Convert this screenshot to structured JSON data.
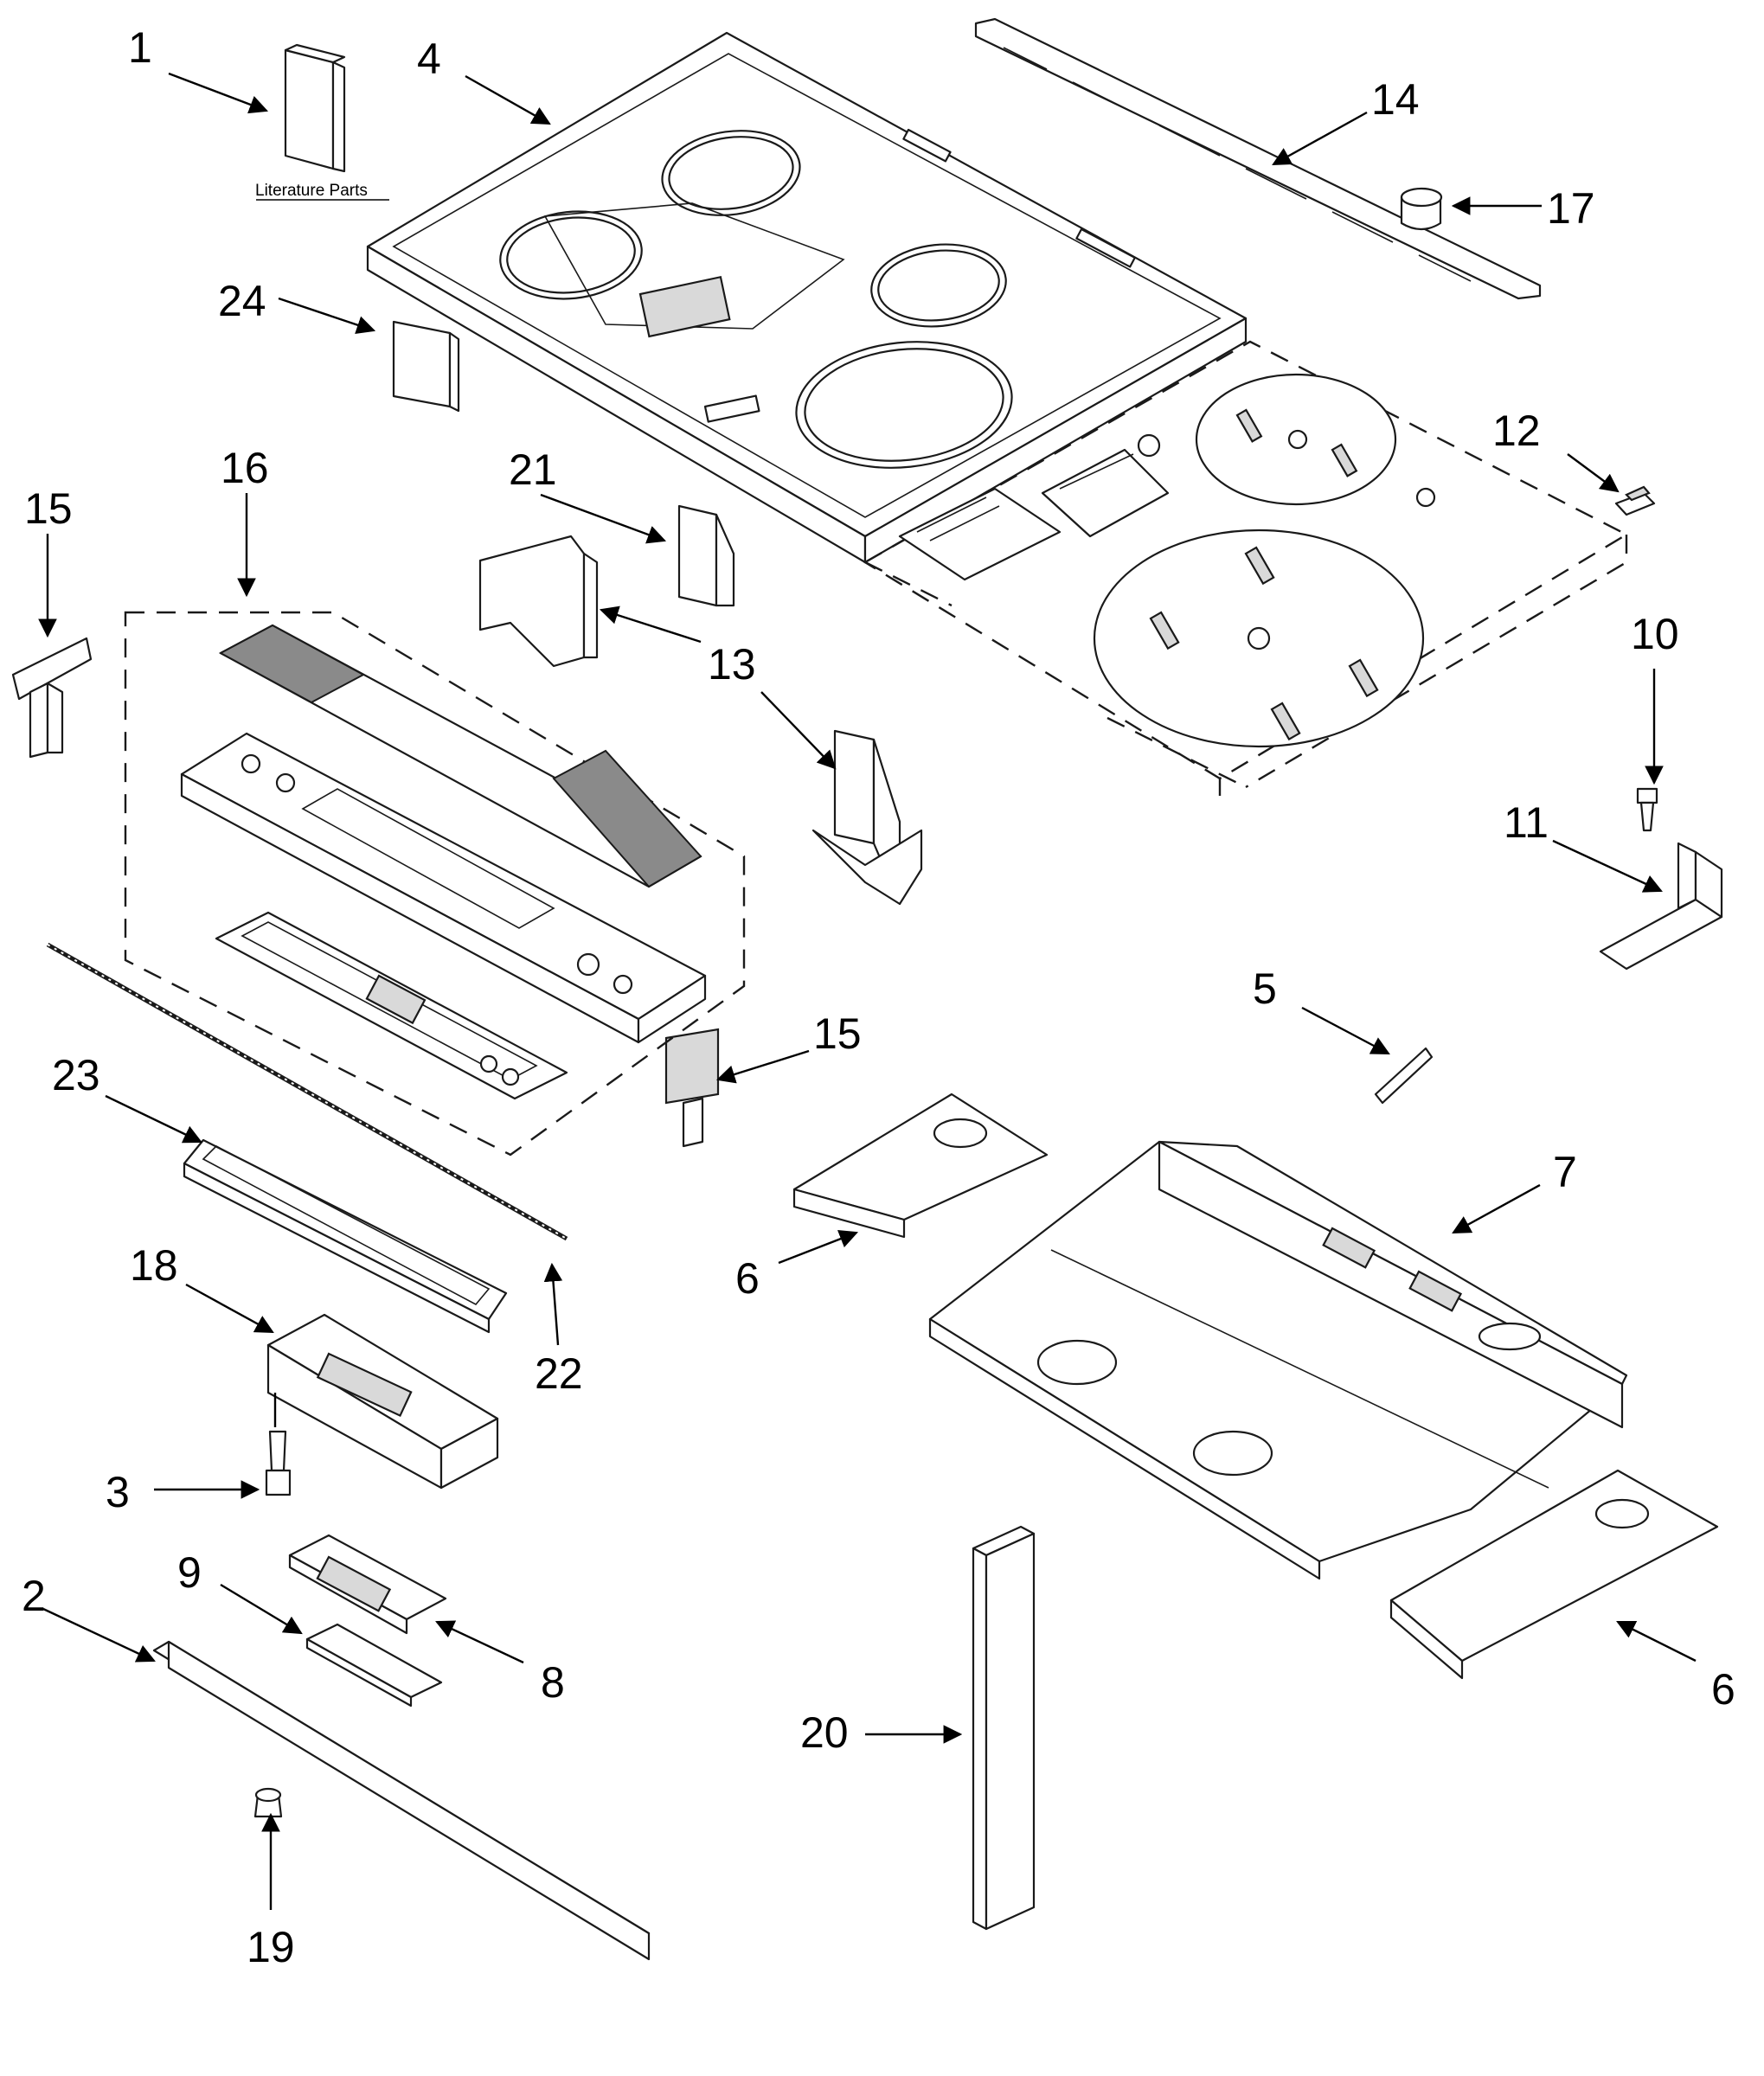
{
  "diagram": {
    "caption": "Literature Parts",
    "callouts": {
      "c1": "1",
      "c2": "2",
      "c3": "3",
      "c4": "4",
      "c5": "5",
      "c6a": "6",
      "c6b": "6",
      "c7": "7",
      "c8": "8",
      "c9": "9",
      "c10": "10",
      "c11": "11",
      "c12": "12",
      "c13": "13",
      "c14": "14",
      "c15a": "15",
      "c15b": "15",
      "c16": "16",
      "c17": "17",
      "c18": "18",
      "c19": "19",
      "c20": "20",
      "c21": "21",
      "c22": "22",
      "c23": "23",
      "c24": "24"
    }
  }
}
